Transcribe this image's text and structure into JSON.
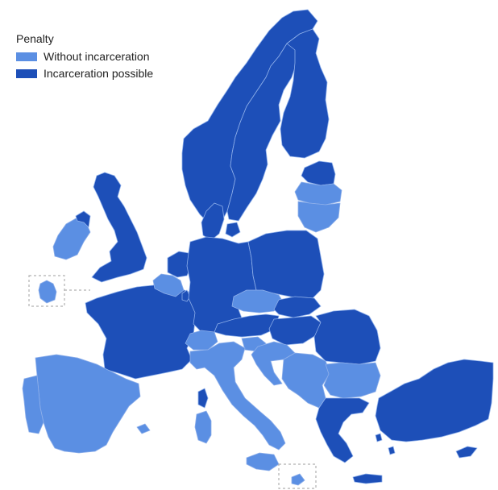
{
  "legend": {
    "title": "Penalty",
    "items": [
      {
        "label": "Without incarceration",
        "color": "#5b8fe3",
        "key": "without"
      },
      {
        "label": "Incarceration possible",
        "color": "#1d4fb8",
        "key": "possible"
      }
    ]
  },
  "countries": [
    {
      "name": "Norway",
      "penalty": "possible"
    },
    {
      "name": "Sweden",
      "penalty": "possible"
    },
    {
      "name": "Finland",
      "penalty": "possible"
    },
    {
      "name": "Estonia",
      "penalty": "possible"
    },
    {
      "name": "Latvia",
      "penalty": "without"
    },
    {
      "name": "Lithuania",
      "penalty": "without"
    },
    {
      "name": "Denmark",
      "penalty": "possible"
    },
    {
      "name": "United Kingdom",
      "penalty": "possible"
    },
    {
      "name": "Ireland",
      "penalty": "without"
    },
    {
      "name": "Netherlands",
      "penalty": "possible"
    },
    {
      "name": "Belgium",
      "penalty": "without"
    },
    {
      "name": "Luxembourg",
      "penalty": "possible"
    },
    {
      "name": "Germany",
      "penalty": "possible"
    },
    {
      "name": "Poland",
      "penalty": "possible"
    },
    {
      "name": "Czechia",
      "penalty": "without"
    },
    {
      "name": "Slovakia",
      "penalty": "possible"
    },
    {
      "name": "Austria",
      "penalty": "possible"
    },
    {
      "name": "Hungary",
      "penalty": "possible"
    },
    {
      "name": "Romania",
      "penalty": "possible"
    },
    {
      "name": "Bulgaria",
      "penalty": "without"
    },
    {
      "name": "France",
      "penalty": "possible"
    },
    {
      "name": "Switzerland",
      "penalty": "without"
    },
    {
      "name": "Italy",
      "penalty": "without"
    },
    {
      "name": "Slovenia",
      "penalty": "without"
    },
    {
      "name": "Croatia",
      "penalty": "without"
    },
    {
      "name": "Spain",
      "penalty": "without"
    },
    {
      "name": "Portugal",
      "penalty": "without"
    },
    {
      "name": "Greece",
      "penalty": "possible"
    },
    {
      "name": "Turkey",
      "penalty": "possible"
    },
    {
      "name": "Cyprus",
      "penalty": "possible"
    },
    {
      "name": "Malta",
      "penalty": "without"
    },
    {
      "name": "Iceland",
      "penalty": "without"
    }
  ]
}
